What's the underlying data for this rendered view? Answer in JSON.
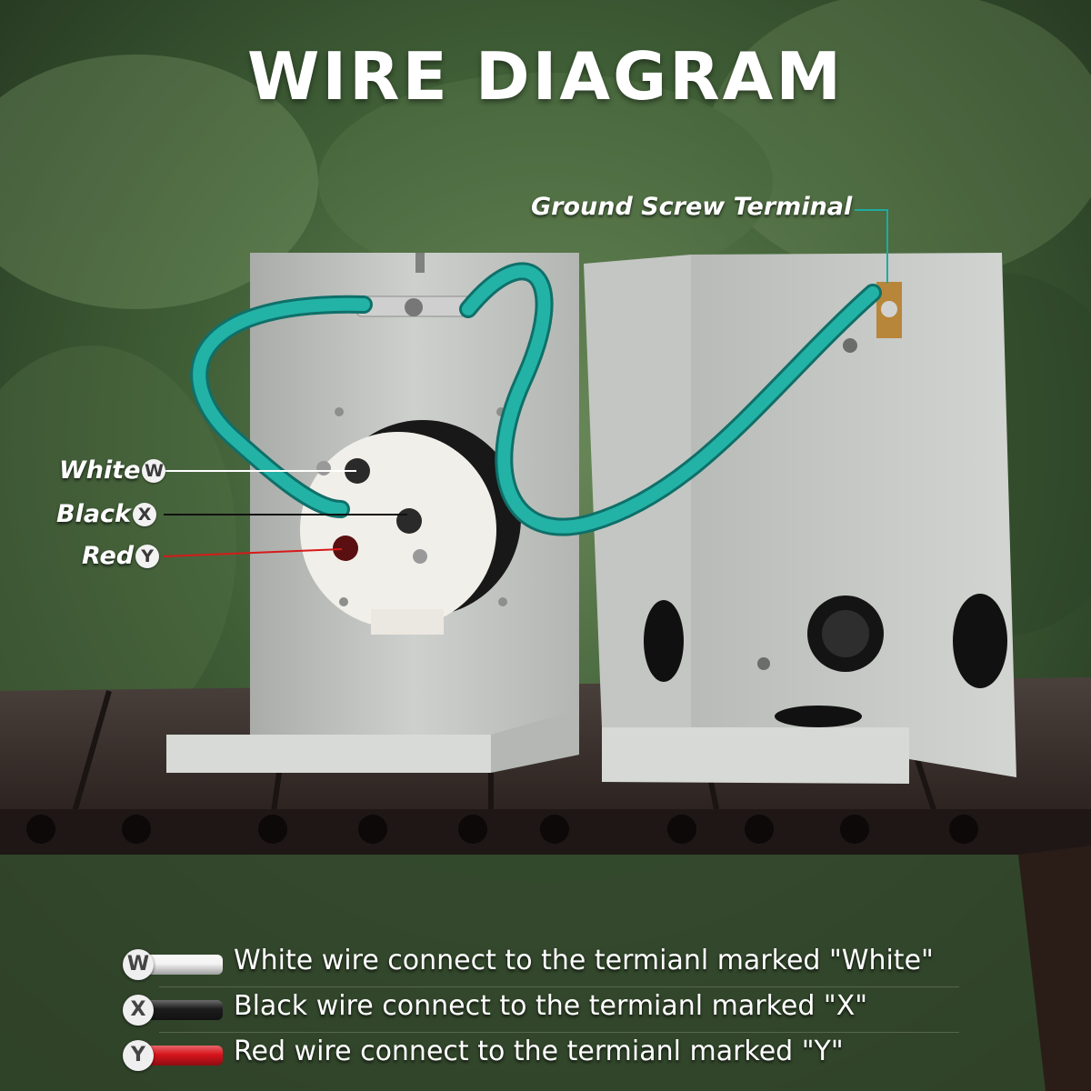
{
  "title": "WIRE DIAGRAM",
  "callouts": {
    "ground": "Ground Screw Terminal",
    "white": {
      "label": "White",
      "badge": "W"
    },
    "black": {
      "label": "Black",
      "badge": "X"
    },
    "red": {
      "label": "Red",
      "badge": "Y"
    }
  },
  "legend": [
    {
      "badge": "W",
      "wire_color": "#f4f4f4",
      "text": "White wire connect to the termianl marked \"White\""
    },
    {
      "badge": "X",
      "wire_color": "#1c1c1c",
      "text": "Black wire connect to the termianl marked \"X\""
    },
    {
      "badge": "Y",
      "wire_color": "#d8141c",
      "text": "Red wire connect to the termianl marked \"Y\""
    }
  ],
  "colors": {
    "ground_wire": "#1faaa0",
    "enclosure": "#c9ccc8",
    "table": "#2a211e",
    "foliage": "#3f5e36"
  }
}
